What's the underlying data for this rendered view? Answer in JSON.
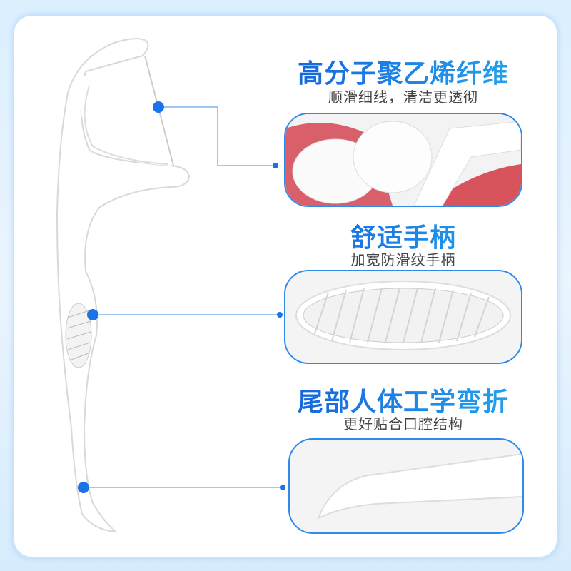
{
  "features": [
    {
      "title": "高分子聚乙烯纤维",
      "subtitle": "顺滑细线，清洁更透彻"
    },
    {
      "title": "舒适手柄",
      "subtitle": "加宽防滑纹手柄"
    },
    {
      "title": "尾部人体工学弯折",
      "subtitle": "更好贴合口腔结构"
    }
  ],
  "colors": {
    "accent": "#1a73e8",
    "border": "#2f8bea",
    "line": "#7fb6f0"
  }
}
